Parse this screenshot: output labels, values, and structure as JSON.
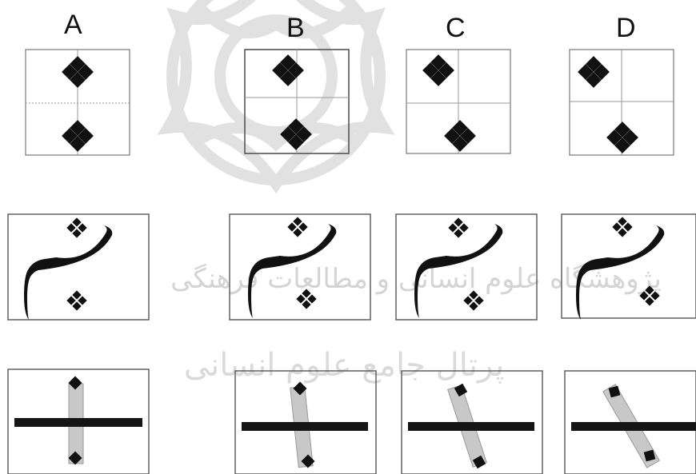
{
  "columns": [
    {
      "label": "A"
    },
    {
      "label": "B"
    },
    {
      "label": "C"
    },
    {
      "label": "D"
    }
  ],
  "watermark": {
    "line1": "پژوهشگاه علوم انسانی و مطالعات فرهنگی",
    "line2": "پرتال جامع علوم انسانی"
  },
  "colors": {
    "ink": "#111111",
    "frame": "#777777",
    "guide": "#9a9a9a",
    "band": "#c8c8c8",
    "watermark": "#d9d9d9"
  },
  "rows": [
    {
      "name": "diamond-cluster-row",
      "panels": 4
    },
    {
      "name": "calligraphy-row",
      "panels": 4
    },
    {
      "name": "rotated-band-row",
      "panels": 4
    }
  ]
}
